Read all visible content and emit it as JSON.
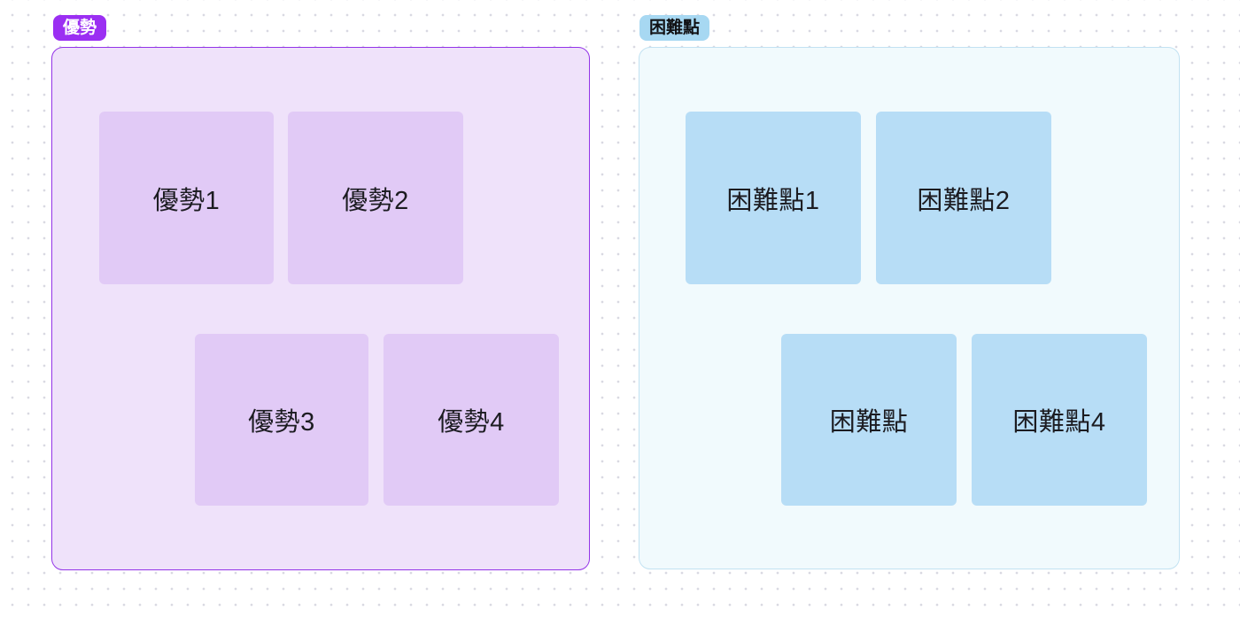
{
  "canvas": {
    "background_color": "#ffffff",
    "dot_grid_color": "#d9d9e2"
  },
  "sections": [
    {
      "id": "advantages",
      "label": "優勢",
      "badge_bg": "#9b2ff2",
      "badge_text_color": "#ffffff",
      "panel_bg": "#efe2fa",
      "panel_border_color": "#9334e8",
      "note_bg": "#e1caf6",
      "notes": [
        {
          "text": "優勢1"
        },
        {
          "text": "優勢2"
        },
        {
          "text": "優勢3"
        },
        {
          "text": "優勢4"
        }
      ]
    },
    {
      "id": "difficulties",
      "label": "困難點",
      "badge_bg": "#a7d8f2",
      "badge_text_color": "#111114",
      "panel_bg": "#f1fafd",
      "panel_border_color": "#c2e2f2",
      "note_bg": "#b7ddf6",
      "notes": [
        {
          "text": "困難點1"
        },
        {
          "text": "困難點2"
        },
        {
          "text": "困難點"
        },
        {
          "text": "困難點4"
        }
      ]
    }
  ]
}
